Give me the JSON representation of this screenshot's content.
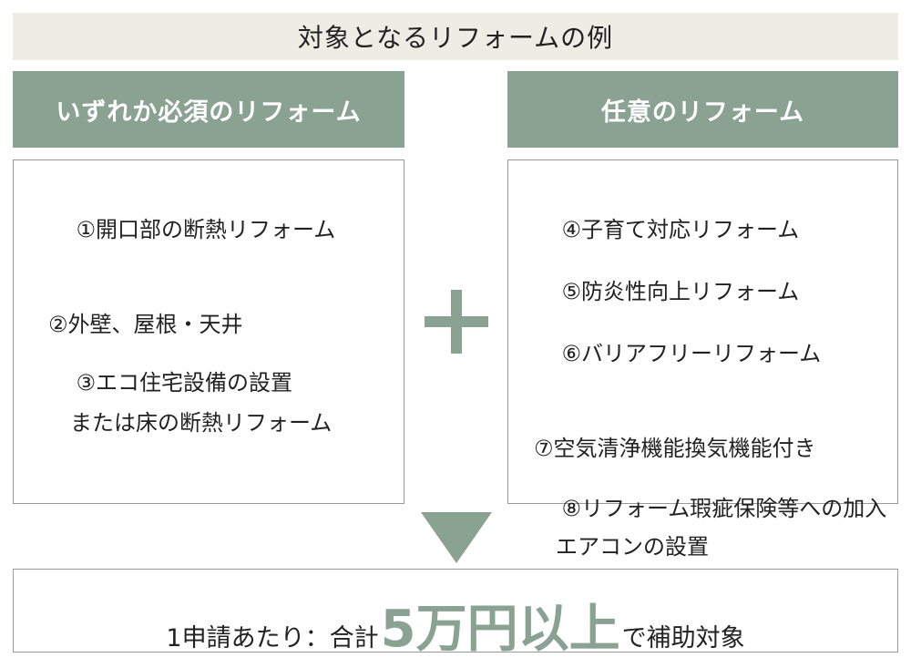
{
  "colors": {
    "accent": "#8aa291",
    "title_bg": "#ededE6",
    "text": "#222222"
  },
  "title": "対象となるリフォームの例",
  "required": {
    "header": "いずれか必須のリフォーム",
    "items": [
      {
        "line1": "①開口部の断熱リフォーム"
      },
      {
        "line1": "②外壁、屋根・天井",
        "line2": "　または床の断熱リフォーム"
      },
      {
        "line1": "③エコ住宅設備の設置"
      }
    ]
  },
  "plus_icon": "plus-icon",
  "optional": {
    "header": "任意のリフォーム",
    "items": [
      {
        "line1": "④子育て対応リフォーム"
      },
      {
        "line1": "⑤防炎性向上リフォーム"
      },
      {
        "line1": "⑥バリアフリーリフォーム"
      },
      {
        "line1": "⑦空気清浄機能換気機能付き",
        "line2": "　エアコンの設置"
      },
      {
        "line1": "⑧リフォーム瑕疵保険等への加入"
      }
    ]
  },
  "arrow_icon": "down-triangle-icon",
  "result": {
    "prefix": "1申請あたり：合計",
    "amount": "5万円以上",
    "suffix": "で補助対象"
  }
}
